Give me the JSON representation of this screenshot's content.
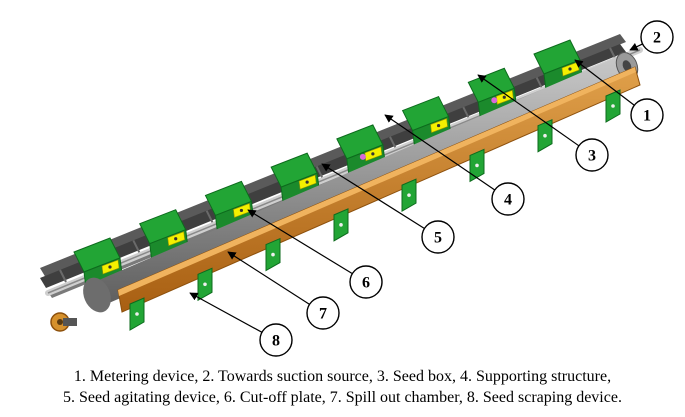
{
  "callouts": [
    {
      "number": "1",
      "target": "metering-device"
    },
    {
      "number": "2",
      "target": "suction-source"
    },
    {
      "number": "3",
      "target": "seed-box"
    },
    {
      "number": "4",
      "target": "supporting-structure"
    },
    {
      "number": "5",
      "target": "seed-agitating-device"
    },
    {
      "number": "6",
      "target": "cut-off-plate"
    },
    {
      "number": "7",
      "target": "spill-out-chamber"
    },
    {
      "number": "8",
      "target": "seed-scraping-device"
    }
  ],
  "caption": {
    "line1": "1. Metering device, 2. Towards suction source, 3. Seed box, 4. Supporting structure,",
    "line2": "5. Seed agitating device, 6. Cut-off plate, 7. Spill out chamber, 8. Seed scraping device."
  },
  "colors": {
    "plate": "#22a535",
    "plate_edge": "#0d6b1d",
    "chamber": "#c87a1e",
    "drum": "#8c8c8c",
    "frame": "#595959",
    "seed_marker": "#f4f000",
    "agitator_marker": "#d968d9"
  }
}
